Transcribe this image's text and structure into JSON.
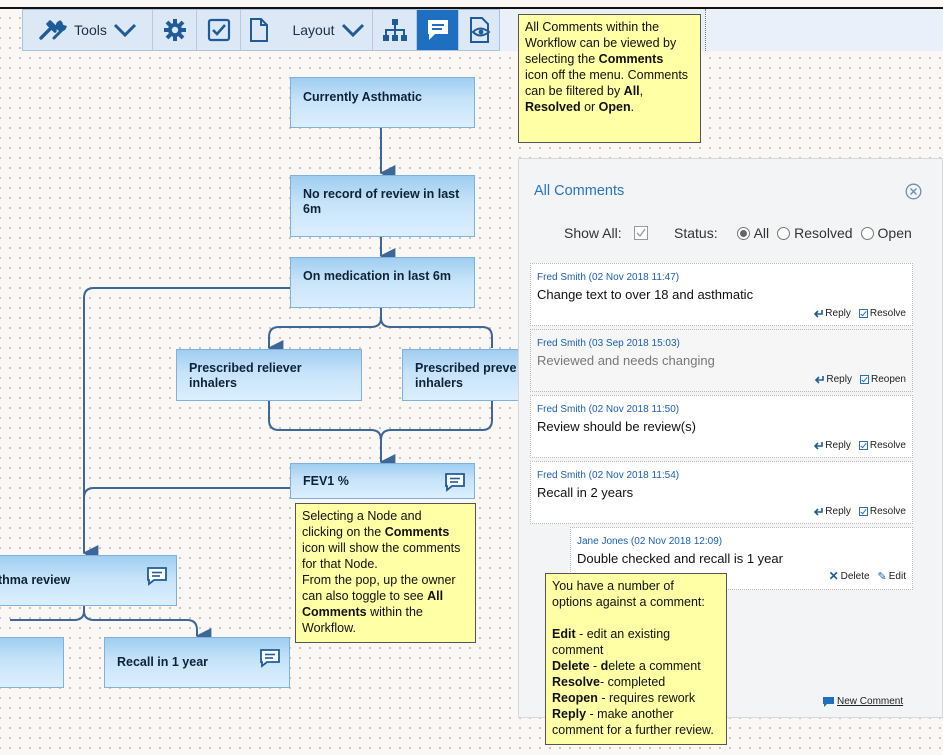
{
  "toolbar": {
    "tools_label": "Tools",
    "layout_label": "Layout"
  },
  "nodes": {
    "currently_asthmatic": "Currently Asthmatic",
    "no_record_line1": "No record of review in last",
    "no_record_line2": "6m",
    "on_medication": "On medication in last 6m",
    "reliever": "Prescribed reliever inhalers",
    "preventer_line1": "Prescribed preve",
    "preventer_line2": "inhalers",
    "fev1": "FEV1 %",
    "asthma_review": "Asthma review",
    "recall": "Recall in 1 year"
  },
  "tips": {
    "top": [
      "All Comments within the",
      "Workflow can be viewed by",
      "selecting the ",
      "Comments",
      "icon off the menu. Comments",
      "can be filtered by ",
      "All",
      ",",
      "Resolved",
      " or ",
      "Open",
      "."
    ],
    "node": [
      "Selecting a Node and",
      "clicking on the ",
      "Comments",
      "icon will show the comments",
      "for that Node.",
      "From the pop, up the owner",
      "can also toggle to see ",
      "All",
      "Comments",
      " within the",
      "Workflow."
    ],
    "options": {
      "intro1": "You have a number of",
      "intro2": "options against a comment:",
      "edit_k": "Edit",
      "edit_v": " - edit an existing",
      "edit_v2": "comment",
      "delete_k": "Delete",
      "delete_v": " - ",
      "delete_d": "d",
      "delete_rest": "elete a comment",
      "resolve_k": "Resolve",
      "resolve_v": "- completed",
      "reopen_k": "Reopen",
      "reopen_v": " - requires rework",
      "reply_k": "Reply",
      "reply_v": " - make another",
      "reply_v2": "comment for a further review."
    }
  },
  "panel": {
    "title": "All Comments",
    "show_all_label": "Show All:",
    "status_label": "Status:",
    "status_options": [
      "All",
      "Resolved",
      "Open"
    ],
    "status_selected": "All",
    "new_comment": "New Comment"
  },
  "comments": [
    {
      "author": "Fred Smith (02 Nov 2018 11:47)",
      "text": "Change text to over 18 and asthmatic",
      "reply": "Reply",
      "action": "Resolve"
    },
    {
      "author": "Fred Smith (03 Sep 2018 15:03)",
      "text": "Reviewed and needs changing",
      "reply": "Reply",
      "action": "Reopen"
    },
    {
      "author": "Fred Smith (02 Nov 2018 11:50)",
      "text": "Review should be review(s)",
      "reply": "Reply",
      "action": "Resolve"
    },
    {
      "author": "Fred Smith (02 Nov 2018 11:54)",
      "text": "Recall in 2 years",
      "reply": "Reply",
      "action": "Resolve"
    },
    {
      "author": "Jane Jones (02 Nov 2018 12:09)",
      "text": "Double checked and recall is 1 year",
      "delete": "Delete",
      "edit": "Edit"
    }
  ],
  "colors": {
    "accent": "#1f6fc0",
    "tooltip": "#ffffa6",
    "node": "#b9dcf6",
    "connector": "#3d6797"
  }
}
